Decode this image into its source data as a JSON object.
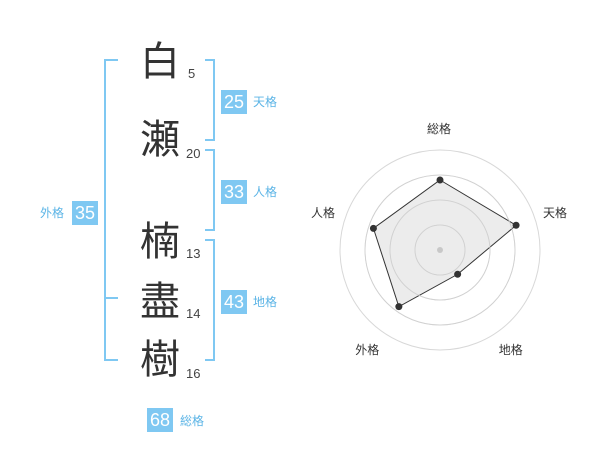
{
  "name": {
    "chars": [
      {
        "char": "白",
        "strokes": "5"
      },
      {
        "char": "瀬",
        "strokes": "20"
      },
      {
        "char": "楠",
        "strokes": "13"
      },
      {
        "char": "盡",
        "strokes": "14"
      },
      {
        "char": "樹",
        "strokes": "16"
      }
    ]
  },
  "kakusu": {
    "tenkaku": {
      "value": "25",
      "label": "天格"
    },
    "jinkaku": {
      "value": "33",
      "label": "人格"
    },
    "chikaku": {
      "value": "43",
      "label": "地格"
    },
    "gaikaku": {
      "value": "35",
      "label": "外格"
    },
    "soukaku": {
      "value": "68",
      "label": "総格"
    }
  },
  "colors": {
    "accent": "#7fc8f2",
    "accent_text": "#5bb4e6",
    "bracket": "#7fc8f2",
    "radar_fill": "#eeeeee",
    "radar_line": "#333333"
  },
  "chart_data": {
    "type": "radar",
    "axes": [
      "総格",
      "天格",
      "地格",
      "外格",
      "人格"
    ],
    "values": [
      3.5,
      4,
      1.5,
      3.5,
      3.5
    ],
    "rmax": 5,
    "rings": 4
  }
}
